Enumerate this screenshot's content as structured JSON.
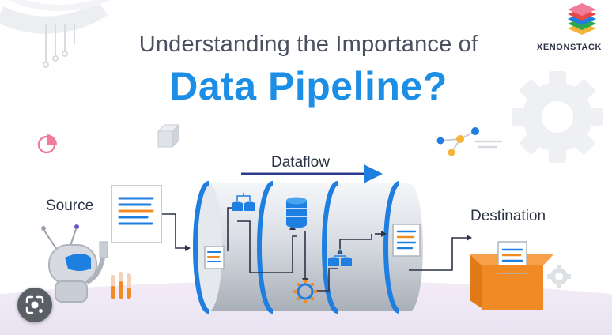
{
  "header": {
    "subtitle": "Understanding the Importance of",
    "title": "Data Pipeline?"
  },
  "brand": {
    "name": "XENONSTACK",
    "logo_icon": "layered-stack-logo"
  },
  "diagram": {
    "source_label": "Source",
    "dataflow_label": "Dataflow",
    "destination_label": "Destination",
    "nodes": [
      {
        "id": "source",
        "icon": "robot-with-document"
      },
      {
        "id": "pipeline",
        "icon": "cylinder-pipe"
      },
      {
        "id": "destination",
        "icon": "open-box-with-document"
      }
    ]
  },
  "colors": {
    "primary_blue": "#1c8ee6",
    "ring_blue": "#1f7fe0",
    "accent_orange": "#f08a24",
    "text_dark": "#2b3246",
    "text_gray": "#4a5060"
  },
  "overlay": {
    "lens_icon": "visual-search-icon"
  }
}
